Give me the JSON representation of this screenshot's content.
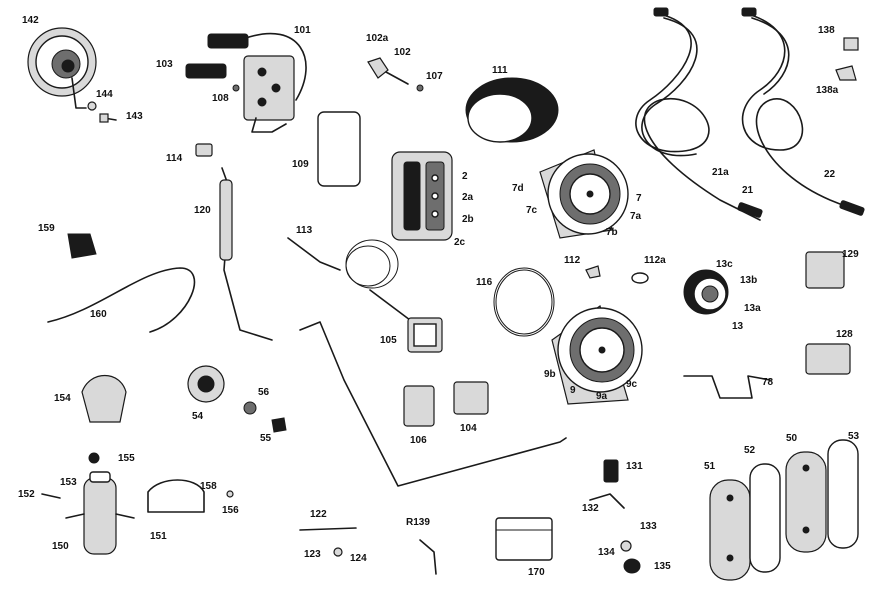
{
  "labels": {
    "l142": "142",
    "l144": "144",
    "l143": "143",
    "l101": "101",
    "l103": "103",
    "l108": "108",
    "l102a": "102a",
    "l102": "102",
    "l107": "107",
    "l111": "111",
    "l138": "138",
    "l138a": "138a",
    "l114": "114",
    "l109": "109",
    "l120": "120",
    "l2": "2",
    "l2a": "2a",
    "l2b": "2b",
    "l2c": "2c",
    "l7d": "7d",
    "l7c": "7c",
    "l7": "7",
    "l7a": "7a",
    "l7b": "7b",
    "l21a": "21a",
    "l21": "21",
    "l22": "22",
    "l159": "159",
    "l113": "113",
    "l112": "112",
    "l112a": "112a",
    "l13c": "13c",
    "l13b": "13b",
    "l13a": "13a",
    "l13": "13",
    "l129": "129",
    "l160": "160",
    "l116": "116",
    "l105": "105",
    "l128": "128",
    "l9b": "9b",
    "l9": "9",
    "l9a": "9a",
    "l9c": "9c",
    "l78": "78",
    "l154": "154",
    "l56": "56",
    "l54": "54",
    "l55": "55",
    "l106": "106",
    "l104": "104",
    "l155": "155",
    "l131": "131",
    "l152": "152",
    "l153": "153",
    "l158": "158",
    "l156": "156",
    "l150": "150",
    "l151": "151",
    "l122": "122",
    "l123": "123",
    "l124": "124",
    "lR139": "R139",
    "l170": "170",
    "l132": "132",
    "l133": "133",
    "l134": "134",
    "l135": "135",
    "l51": "51",
    "l52": "52",
    "l50": "50",
    "l53": "53"
  }
}
